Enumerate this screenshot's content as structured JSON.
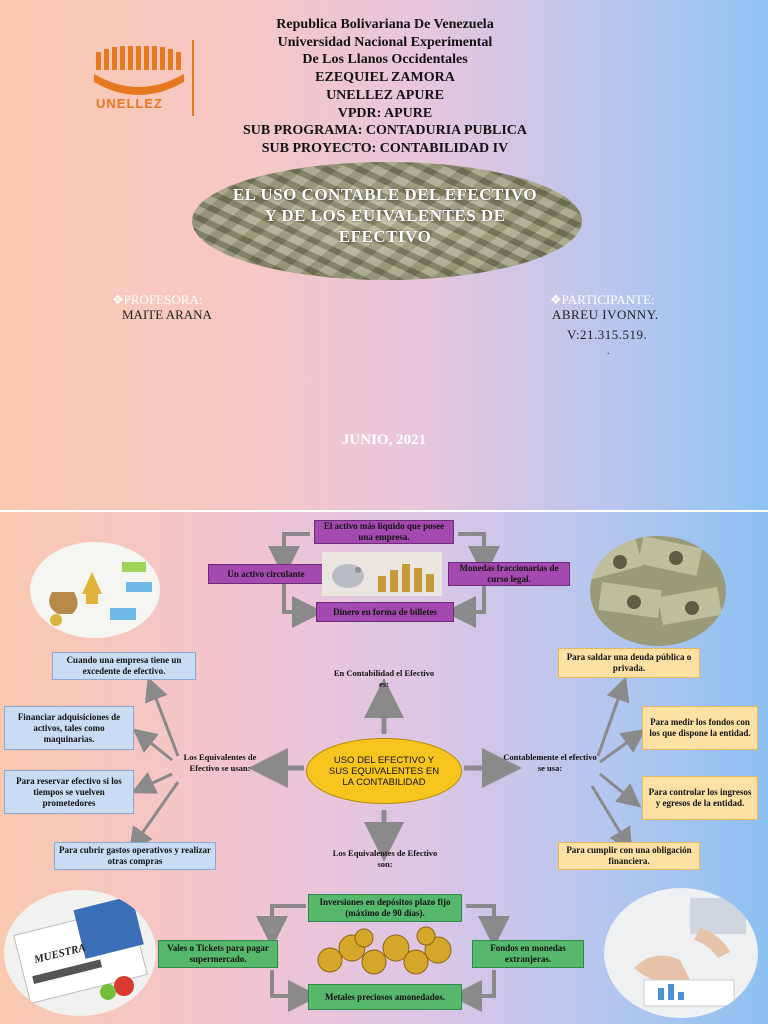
{
  "cover": {
    "logo_text": "UNELLEZ",
    "header_lines": [
      "Republica Bolivariana De Venezuela",
      "Universidad Nacional Experimental",
      "De Los Llanos Occidentales",
      "EZEQUIEL ZAMORA",
      "UNELLEZ APURE",
      "VPDR: APURE",
      "SUB PROGRAMA: CONTADURIA PUBLICA",
      "SUB PROYECTO: CONTABILIDAD IV"
    ],
    "title": "EL USO CONTABLE DEL EFECTIVO Y DE LOS EUIVALENTES DE EFECTIVO",
    "profesora_label": "❖PROFESORA:",
    "profesora_name": "MAITE ARANA",
    "participante_label": "❖PARTICIPANTE:",
    "participante_name": "ABREU IVONNY.",
    "participante_id": "V:21.315.519.",
    "participante_dot": ".",
    "date": "JUNIO, 2021"
  },
  "diagram": {
    "center": "USO DEL EFECTIVO Y SUS EQUIVALENTES EN LA CONTABILIDAD",
    "top": {
      "heading": "En Contabilidad el Efectivo es:",
      "items": [
        "El activo más líquido que posee una empresa.",
        "Un activo circulante",
        "Monedas fraccionarias de curso legal.",
        "Dinero en forma de billetes"
      ]
    },
    "left": {
      "heading": "Los  Equivalentes de Efectivo se usan:",
      "items": [
        "Cuando una empresa tiene un excedente de efectivo.",
        "Financiar adquisiciones de activos, tales como maquinarias.",
        "Para reservar efectivo si los tiempos se vuelven prometedores",
        "Para cubrir gastos operativos y realizar otras compras"
      ]
    },
    "right": {
      "heading": "Contablemente el efectivo se usa:",
      "items": [
        "Para saldar una deuda pública o privada.",
        "Para medir los fondos con los que dispone la entidad.",
        "Para controlar los ingresos y egresos de la entidad.",
        "Para cumplir con una obligación financiera."
      ]
    },
    "bottom": {
      "heading": "Los Equivalentes de Efectivo son:",
      "items": [
        "Inversiones en depósitos plazo fijo (máximo de 90 días).",
        "Vales o Tickets para pagar supermercado.",
        "Fondos en monedas extranjeras.",
        "Metales preciosos amonedados."
      ]
    },
    "ticket_text": "MUESTRA"
  },
  "colors": {
    "purple_box": "#a449b0",
    "blue_box": "#c9dcf3",
    "yellow_box": "#fce0a4",
    "green_box": "#56b86c",
    "center_oval": "#f7c51e",
    "logo_orange": "#e8781f"
  }
}
